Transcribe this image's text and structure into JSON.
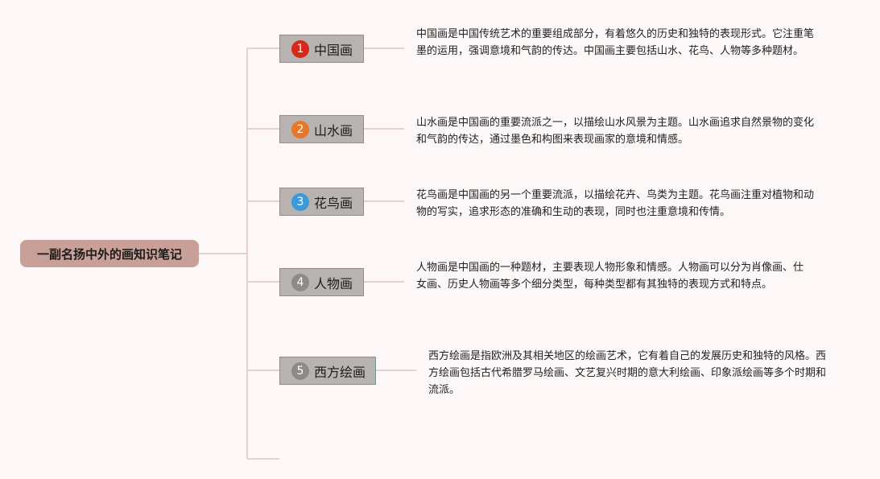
{
  "root": {
    "label": "一副名扬中外的画知识笔记"
  },
  "branches": [
    {
      "number": "1",
      "label": "中国画",
      "badge_color": "#d8281a",
      "description": "中国画是中国传统艺术的重要组成部分，有着悠久的历史和独特的表现形式。它注重笔墨的运用，强调意境和气韵的传达。中国画主要包括山水、花鸟、人物等多种题材。"
    },
    {
      "number": "2",
      "label": "山水画",
      "badge_color": "#e8772a",
      "description": "山水画是中国画的重要流派之一，以描绘山水风景为主题。山水画追求自然景物的变化和气韵的传达，通过墨色和构图来表现画家的意境和情感。"
    },
    {
      "number": "3",
      "label": "花鸟画",
      "badge_color": "#3b9ad9",
      "description": "花鸟画是中国画的另一个重要流派，以描绘花卉、鸟类为主题。花鸟画注重对植物和动物的写实，追求形态的准确和生动的表现，同时也注重意境和传情。"
    },
    {
      "number": "4",
      "label": "人物画",
      "badge_color": "#8d8a88",
      "description": "人物画是中国画的一种题材，主要表现人物形象和情感。人物画可以分为肖像画、仕女画、历史人物画等多个细分类型，每种类型都有其独特的表现方式和特点。"
    },
    {
      "number": "5",
      "label": "西方绘画",
      "badge_color": "#8d8a88",
      "description": "西方绘画是指欧洲及其相关地区的绘画艺术，它有着自己的发展历史和独特的风格。西方绘画包括古代希腊罗马绘画、文艺复兴时期的意大利绘画、印象派绘画等多个时期和流派。"
    }
  ],
  "colors": {
    "background": "#fdf8f7",
    "root_fill": "#c9a097",
    "branch_fill": "#b8b3b0",
    "branch_border": "#6f9a95",
    "connector": "#dfc6bf"
  }
}
